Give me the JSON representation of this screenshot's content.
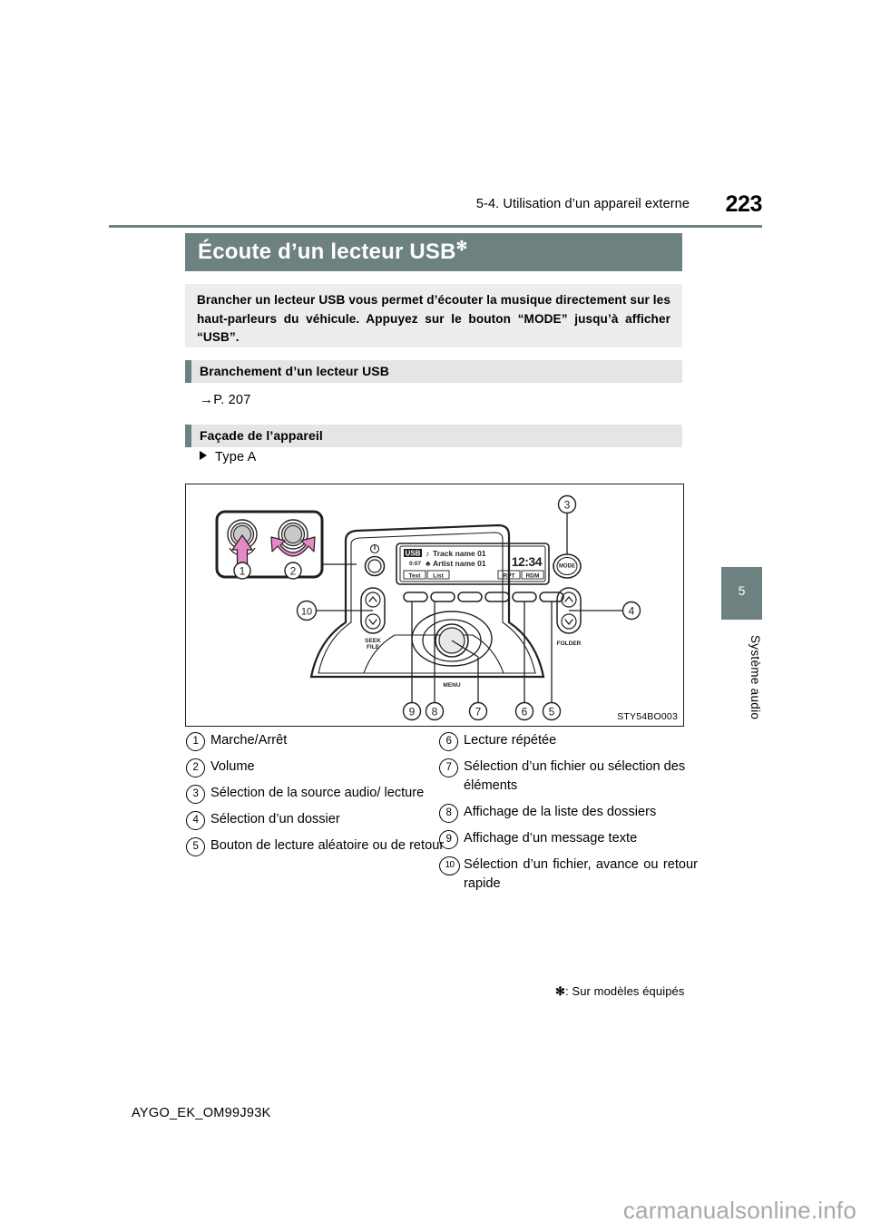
{
  "header": {
    "section": "5-4. Utilisation d’un appareil externe",
    "page_number": "223"
  },
  "title": {
    "text": "Écoute d’un lecteur USB",
    "asterisk": "✻"
  },
  "intro": {
    "text": "Brancher un lecteur USB vous permet d’écouter la musique directement sur les haut-parleurs du véhicule. Appuyez sur le bouton “MODE” jusqu’à afficher “USB”."
  },
  "sections": [
    {
      "label": "Branchement d’un lecteur USB"
    },
    {
      "label": "Façade de l’appareil"
    }
  ],
  "reference": {
    "arrow": "→",
    "text": "P. 207"
  },
  "type_label": "Type A",
  "figure": {
    "code": "STY54BO003",
    "display": {
      "source": "USB",
      "track_icon": "♪",
      "track": "Track name 01",
      "artist_icon": "♣",
      "artist": "Artist name 01",
      "elapsed": "0:07",
      "clock": "12:34",
      "soft_keys": [
        "Text",
        "List",
        "RPT",
        "RDM"
      ]
    },
    "labels": {
      "mode": "MODE",
      "seek": "SEEK",
      "file": "FILE",
      "folder": "FOLDER",
      "menu": "MENU"
    },
    "callouts": [
      "1",
      "2",
      "3",
      "4",
      "5",
      "6",
      "7",
      "8",
      "9",
      "10"
    ],
    "accent_color": "#e58ac8"
  },
  "legend_left": [
    {
      "num": "1",
      "text": "Marche/Arrêt"
    },
    {
      "num": "2",
      "text": "Volume"
    },
    {
      "num": "3",
      "text": "Sélection de la source audio/ lecture"
    },
    {
      "num": "4",
      "text": "Sélection d’un dossier"
    },
    {
      "num": "5",
      "text": "Bouton de lecture aléatoire ou de retour"
    }
  ],
  "legend_right": [
    {
      "num": "6",
      "text": "Lecture répétée"
    },
    {
      "num": "7",
      "text": "Sélection d’un fichier ou sélection des éléments"
    },
    {
      "num": "8",
      "text": "Affichage de la liste des dossiers"
    },
    {
      "num": "9",
      "text": "Affichage d’un message texte"
    },
    {
      "num": "10",
      "text": "Sélection d’un fichier, avance ou retour rapide"
    }
  ],
  "chapter": {
    "number": "5",
    "label": "Système audio"
  },
  "footnote": {
    "marker": "✻",
    "text": ": Sur modèles équipés"
  },
  "page_footer": "AYGO_EK_OM99J93K",
  "watermark": "carmanualsonline.info",
  "colors": {
    "brand": "#6d8180",
    "section_bg": "#e4e6e6",
    "intro_bg": "#eceeee",
    "accent_pink": "#e58ac8"
  }
}
